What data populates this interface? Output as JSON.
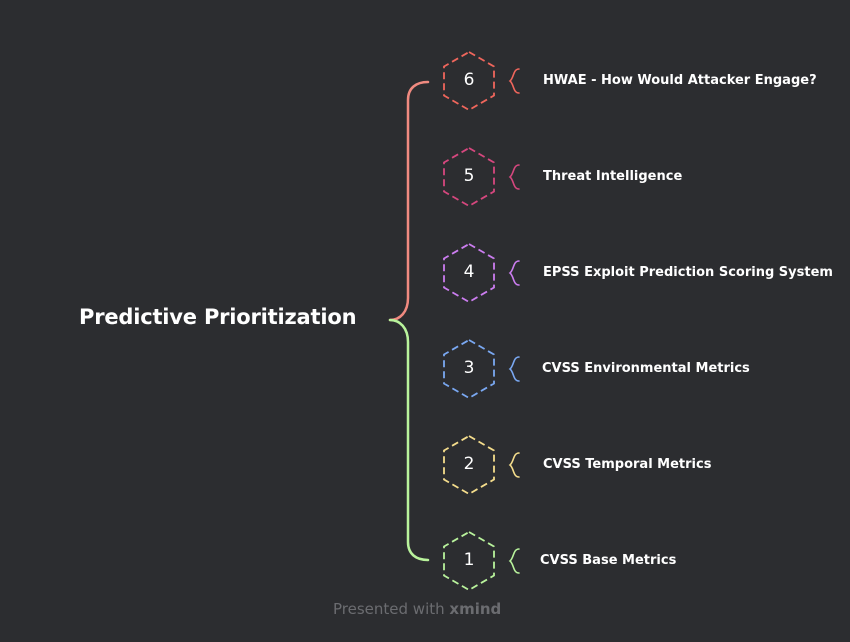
{
  "root": {
    "title": "Predictive Prioritization"
  },
  "colors": {
    "background": "#2c2d30",
    "upper_branch": "#f08a80",
    "lower_branch": "#b9f39c"
  },
  "nodes": [
    {
      "number": "6",
      "label": "HWAE  - How Would Attacker Engage?",
      "color": "#f0665c"
    },
    {
      "number": "5",
      "label": "Threat Intelligence",
      "color": "#d6477e"
    },
    {
      "number": "4",
      "label": "EPSS Exploit Prediction Scoring System",
      "color": "#cc7df0"
    },
    {
      "number": "3",
      "label": "CVSS Environmental Metrics",
      "color": "#7aa8f2"
    },
    {
      "number": "2",
      "label": "CVSS Temporal Metrics",
      "color": "#f5dd8c"
    },
    {
      "number": "1",
      "label": "CVSS Base Metrics",
      "color": "#b9f39c"
    }
  ],
  "footer": {
    "prefix": "Presented with",
    "brand": "xmind"
  }
}
